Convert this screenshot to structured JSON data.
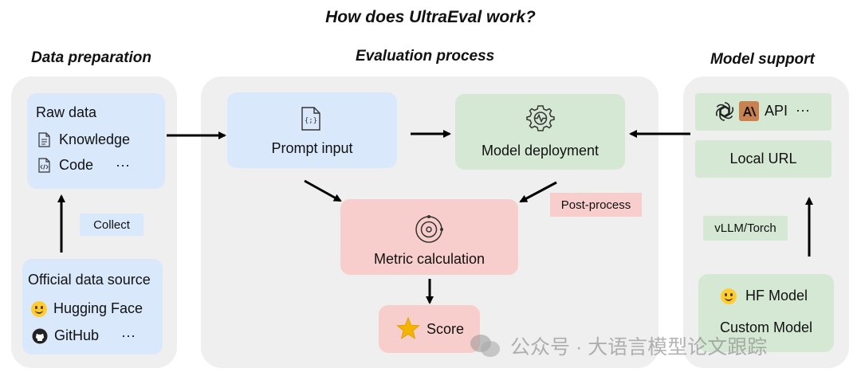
{
  "title": "How does UltraEval work?",
  "sections": {
    "data_prep": "Data preparation",
    "eval": "Evaluation process",
    "model": "Model support"
  },
  "raw_data": {
    "title": "Raw data",
    "items": [
      "Knowledge",
      "Code"
    ],
    "more": "···"
  },
  "collect": "Collect",
  "official": {
    "title": "Official data source",
    "items": [
      "Hugging Face",
      "GitHub"
    ],
    "more": "···"
  },
  "eval": {
    "prompt": "Prompt input",
    "deployment": "Model deployment",
    "metric": "Metric calculation",
    "score": "Score",
    "post_process": "Post-process"
  },
  "model": {
    "api": "API",
    "api_more": "···",
    "local": "Local URL",
    "vllm": "vLLM/Torch",
    "hf": "HF Model",
    "custom": "Custom Model"
  },
  "watermark": "公众号 · 大语言模型论文跟踪",
  "colors": {
    "blue_box": "#dae8fc",
    "green_box": "#d5e8d4",
    "red_box": "#f8cecc",
    "panel": "#efefef"
  }
}
